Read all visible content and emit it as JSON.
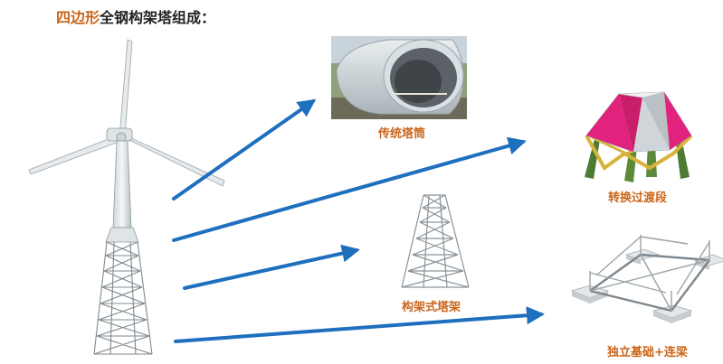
{
  "title": {
    "highlight": "四边形",
    "rest": "全钢构架塔组成："
  },
  "labels": {
    "traditional_tower": "传统塔筒",
    "transition_section": "转换过渡段",
    "lattice_tower": "构架式塔架",
    "foundation": "独立基础+连梁"
  },
  "colors": {
    "accent": "#c9651a",
    "arrow": "#1f6fbf"
  }
}
